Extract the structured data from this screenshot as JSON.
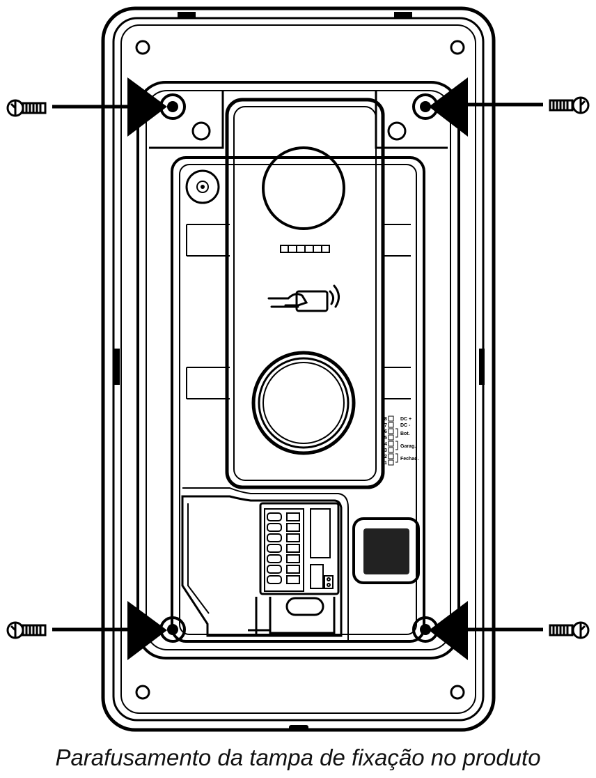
{
  "caption": "Parafusamento da tampa de fixação no produto",
  "terminals": {
    "numbers": [
      "8",
      "7",
      "6",
      "5",
      "4",
      "3",
      "2",
      "1"
    ],
    "labels": [
      "DC +",
      "DC -",
      "Bot.",
      "Garag.",
      "Fechad."
    ]
  },
  "colors": {
    "line": "#000000",
    "background": "#ffffff"
  }
}
